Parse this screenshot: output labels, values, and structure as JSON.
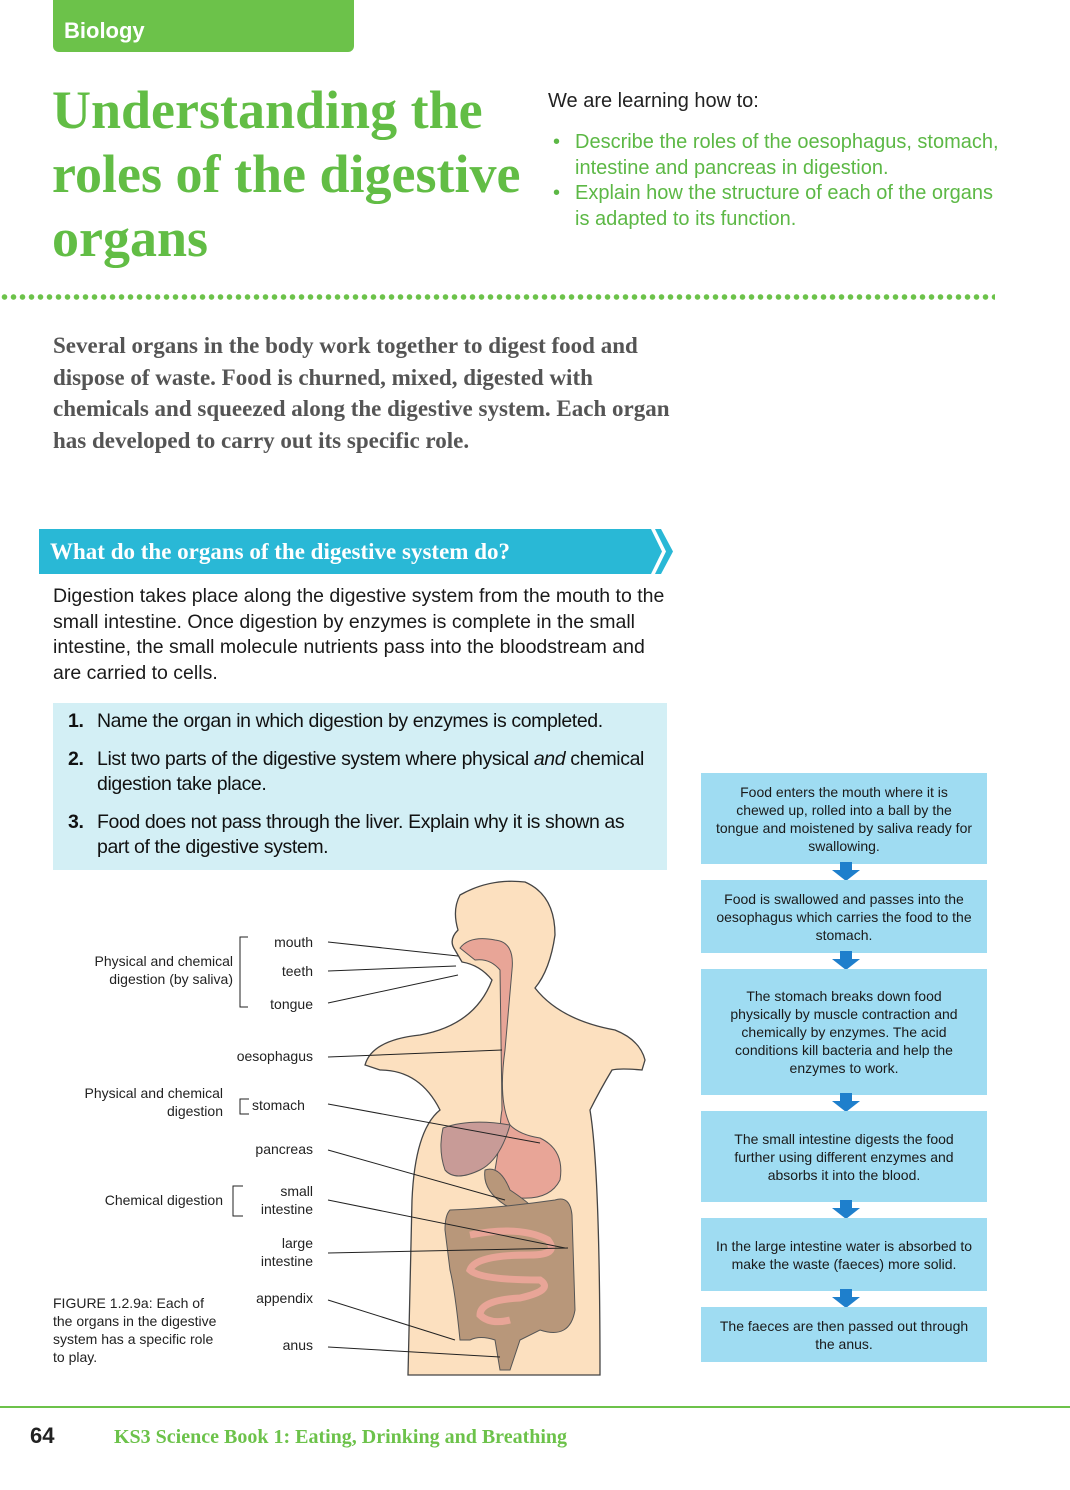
{
  "subject_tag": "Biology",
  "title": "Understanding the roles of the digestive organs",
  "learning": {
    "heading": "We are learning how to:",
    "items": [
      "Describe the roles of the oesophagus, stomach, intestine and pancreas in digestion.",
      "Explain how the structure of each of the organs is adapted to its function."
    ]
  },
  "intro": "Several organs in the body work together to digest food and dispose of waste. Food is churned, mixed, digested with chemicals and squeezed along the digestive system. Each organ has developed to carry out its specific role.",
  "section_heading": "What do the organs of the digestive system do?",
  "paragraph": "Digestion takes place along the digestive system from the mouth to the small intestine. Once digestion by enzymes is complete in the small intestine, the small molecule nutrients pass into the bloodstream and are carried to cells.",
  "questions": [
    {
      "num": "1.",
      "pre": "Name the organ in which digestion by enzymes is completed.",
      "em": "",
      "post": ""
    },
    {
      "num": "2.",
      "pre": "List two parts of the digestive system where physical ",
      "em": "and",
      "post": " chemical digestion take place."
    },
    {
      "num": "3.",
      "pre": "Food does not pass through the liver. Explain why it is shown as part of the digestive system.",
      "em": "",
      "post": ""
    }
  ],
  "diagram": {
    "groups": [
      "Physical and chemical digestion (by saliva)",
      "Physical and chemical digestion",
      "Chemical digestion"
    ],
    "labels": {
      "mouth": "mouth",
      "teeth": "teeth",
      "tongue": "tongue",
      "oesophagus": "oesophagus",
      "stomach": "stomach",
      "pancreas": "pancreas",
      "small": "small intestine",
      "large": "large intestine",
      "appendix": "appendix",
      "anus": "anus"
    },
    "caption": "FIGURE 1.2.9a: Each of the organs in the digestive system has a specific role to play."
  },
  "flow": [
    "Food enters the mouth where it is chewed up, rolled into a ball by the tongue and moistened by saliva ready for swallowing.",
    "Food is swallowed and passes into the oesophagus which carries the food to the stomach.",
    "The stomach breaks down food physically by muscle contraction and chemically by enzymes. The acid conditions kill bacteria and help the enzymes to work.",
    "The small intestine digests the food further using different enzymes and absorbs it into the blood.",
    "In the large intestine water is absorbed to make the waste (faeces) more solid.",
    "The faeces are then passed out through the anus."
  ],
  "footer": {
    "page": "64",
    "book": "KS3 Science Book 1: Eating, Drinking and Breathing"
  }
}
